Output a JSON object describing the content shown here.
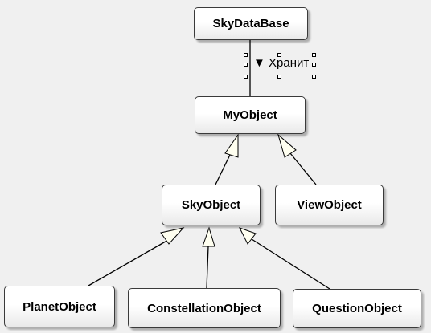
{
  "nodes": {
    "sky_data_base": "SkyDataBase",
    "my_object": "MyObject",
    "sky_object": "SkyObject",
    "view_object": "ViewObject",
    "planet_object": "PlanetObject",
    "constellation_object": "ConstellationObject",
    "question_object": "QuestionObject"
  },
  "association": {
    "direction_glyph": "▼",
    "label": "Хранит"
  },
  "colors": {
    "line": "#000000",
    "arrowhead_fill": "#fffff0",
    "background": "#f0f0f0"
  }
}
